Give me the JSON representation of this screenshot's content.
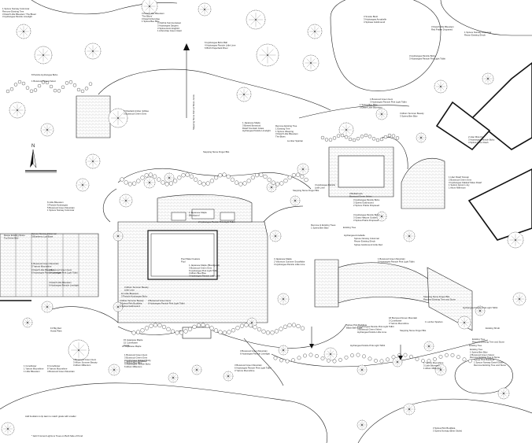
{
  "compass": {
    "north_label": "N"
  },
  "walkway_label": "Stepping Stone Path w/ Moss Joints",
  "lower_notes": [
    "Add boulders to lip lawn to match grade with smaller",
    "* Add 3' Accent Lights to Trees on Both Side of Pond"
  ],
  "labels": [
    {
      "id": "tl1",
      "lines": [
        "1 Spruce Norway Columnar",
        "Remove Existing Tree",
        "3 Dwarf Little Bluestem 'The Blues'",
        "3 Hydrangea Panicle Limelight"
      ]
    },
    {
      "id": "tc1",
      "lines": [
        "3 Dwarf Little Bluestem",
        "'The Blues'",
        "3 Dwarf Arborvitae",
        "1 Spirea Bee Blue"
      ]
    },
    {
      "id": "tc2",
      "lines": [
        "6 Hydrangea Bobo Ball",
        "4 Hydrangea Panicle Little Lime",
        "6 Birch Paperbark River"
      ]
    },
    {
      "id": "tc3",
      "lines": [
        "3 Clethra Summersweet",
        "3 Hydrangea Sargent",
        "3 Spirea Hummingbird",
        "1 Arborvitae Green Giant"
      ]
    },
    {
      "id": "tr1",
      "lines": [
        "3 Smoke Bush",
        "3 Hydrangea Annabelle",
        "4 Spiraea Goldmound"
      ]
    },
    {
      "id": "tr2",
      "lines": [
        "3 Dwarf Little Bluestem",
        "Red Prairie Dropseed"
      ]
    },
    {
      "id": "tr3",
      "lines": [
        "1 Spruce Norway Columnar",
        "Reuse Existing Shrub"
      ]
    },
    {
      "id": "l1",
      "lines": [
        "8 Panicle Hydrangea Bobo"
      ]
    },
    {
      "id": "l2",
      "lines": [
        "1 Boxwood Green Velvet"
      ]
    },
    {
      "id": "l3",
      "lines": [
        "5 Ninebark Amber Jubilee",
        "3 Boxwood Green Gem"
      ]
    },
    {
      "id": "lm1",
      "lines": [
        "6 Little Bluestem",
        "3 Panicle Hydrangea",
        "5 Boxwood Green Mountain",
        "1 Spruce Norway Columnar"
      ]
    },
    {
      "id": "lm2",
      "lines": [
        "Spruce Norway Columnar",
        "3 Blueberry Low Bush"
      ]
    },
    {
      "id": "lm3",
      "lines": [
        "Reuse Existing Stone",
        "Top Dress Bed"
      ]
    },
    {
      "id": "l4",
      "lines": [
        "1 Boxwood Green Mountain",
        "3 Yarrow Moonshine"
      ]
    },
    {
      "id": "l5",
      "lines": [
        "3 Dwarf Little Bluestem",
        "6 Hydrangea Panicle Limelight"
      ]
    },
    {
      "id": "c1",
      "lines": [
        "1 Lilac Dwarf Korean",
        "2 Boxwood Green Gem",
        "3 Hydrangea Oakleaf Sikes Dwarf",
        "1 Sedum Autumn Joy",
        "1 Alium Millenium"
      ]
    },
    {
      "id": "c2",
      "lines": [
        "3 Hydrangea Panicle Bobo",
        "3 Hydrangea Panicle Fire Light Tidbit"
      ]
    },
    {
      "id": "c3",
      "lines": [
        "Stepping Stone Finger Bits"
      ]
    },
    {
      "id": "c4",
      "lines": [
        "1 Japanese Maple",
        "3 Bowed Boxwood",
        "Dwarf Fountain Grass",
        "Hydrangea Panicle Limelight"
      ]
    },
    {
      "id": "c5",
      "lines": [
        "1 Boxwood Green Gem",
        "3 Hydrangea Panicle Pink Light Tidbit"
      ]
    },
    {
      "id": "c6",
      "lines": [
        "Stepping Stone Finger Bits"
      ]
    },
    {
      "id": "c7",
      "lines": [
        "Remove Existing Tree",
        "1 Existing Tree",
        "1 Spruce Weeping",
        "3 Dwarf Little Bluestem",
        "The Blues"
      ]
    },
    {
      "id": "c8",
      "lines": [
        "Lumber Spartan"
      ]
    },
    {
      "id": "c9",
      "lines": [
        "1 Spirea Bee Blue",
        "3 Dwarf Little Bluestem"
      ]
    },
    {
      "id": "c10",
      "lines": [
        "2 Lilac Miss Kim",
        "3 Hydrangea Panicle Bobo",
        "4 Spirea Neon Flash"
      ]
    },
    {
      "id": "c11",
      "lines": [
        "3 Allium Summer Beauty",
        "3 Spirea Bee Blue"
      ]
    },
    {
      "id": "p1",
      "lines": [
        "1 Japanese Maple",
        "Bloodgood"
      ]
    },
    {
      "id": "p2",
      "lines": [
        "Pool Water Feature",
        "Pool"
      ]
    },
    {
      "id": "p3",
      "lines": [
        "2 Hydrangea Panicle Pink Light Tidbit"
      ]
    },
    {
      "id": "p4",
      "lines": [
        "1 Japanese Maple (Bloodgood)",
        "3 Boxwood Green Gem",
        "6 Hydrangea Pink Light Tidbit",
        "3 Allium Bee Blue",
        "3 Hydrangea Panicle Little Lime"
      ]
    },
    {
      "id": "p5",
      "lines": [
        "3 Boxwood Green Gem",
        "6 Hydrangea Panicle Pink Light Tidbit"
      ]
    },
    {
      "id": "p6",
      "lines": [
        "3 Dwarf Little Bluestem",
        "6 Hydrangea Panicle Limelight"
      ]
    },
    {
      "id": "p7",
      "lines": [
        "1 Boxwood Green Gem",
        "3 Hydrangea Pink Light Tidbit"
      ]
    },
    {
      "id": "p8",
      "lines": [
        "3 Japanese Maple",
        "2 Viburnum Summer Snowflake",
        "3 Hydrangea Panicle Little Lime"
      ]
    },
    {
      "id": "r1",
      "lines": [
        "3 Hydrangea Panicle",
        "Little Lime"
      ]
    },
    {
      "id": "r2",
      "lines": [
        "3 Bottlebrush",
        "Boxwood Green Velvet"
      ]
    },
    {
      "id": "r3",
      "lines": [
        "3 Hydrangea Panicle Bobo",
        "3 Spirea Goldmound",
        "2 Spruce Prairie Dropseed"
      ]
    },
    {
      "id": "r4",
      "lines": [
        "3 Hydrangea Panicle Bobo",
        "3 Grass Hakone Golden",
        "3 Spirea Prairie Dropseed"
      ]
    },
    {
      "id": "r5",
      "lines": [
        "Remove & Existing Trees",
        "1 Spirea Bee Blue"
      ]
    },
    {
      "id": "r6",
      "lines": [
        "Existing Tree"
      ]
    },
    {
      "id": "r7",
      "lines": [
        "Hydrangea Annabelle"
      ]
    },
    {
      "id": "r8",
      "lines": [
        "Spruce Norway Columnar",
        "Reuse Existing Shrub"
      ]
    },
    {
      "id": "r9",
      "lines": [
        "Spirea Goldmound Little Red"
      ]
    },
    {
      "id": "r10",
      "lines": [
        "1 Boxwood Green Mountain",
        "5 Hydrangea Panicle Pink Light Tidbit"
      ]
    },
    {
      "id": "r11",
      "lines": [
        "Stepping Stone Finger Bits",
        "Remove Existing Tree and Stone"
      ]
    },
    {
      "id": "r12",
      "lines": [
        "Existing Tree",
        "1 Spirea Bee Blue",
        "2 Boxwood Green Velvet",
        "Remove Existing Tree & Stone"
      ]
    },
    {
      "id": "r13",
      "lines": [
        "1 Lumber Spartan"
      ]
    },
    {
      "id": "r14",
      "lines": [
        "Existing Tree"
      ]
    },
    {
      "id": "b1",
      "lines": [
        "3 Allium Summer Beauty",
        "Little Lime"
      ]
    },
    {
      "id": "b2",
      "lines": [
        "10 Little Bluestem",
        "3 Panicle Hydrangea Bobo"
      ]
    },
    {
      "id": "b3",
      "lines": [
        "4 Allium Summer Beauty",
        "3 Spirea Pink Buddleia",
        "4 Spirea Goldmound"
      ]
    },
    {
      "id": "b4",
      "lines": [
        "13 Big Red",
        "Hosta Plant"
      ]
    },
    {
      "id": "b5",
      "lines": [
        "4 Boxwood Green Gem",
        "3 Allium Summer Beauty",
        "3 Allium Millenium"
      ]
    },
    {
      "id": "b6",
      "lines": [
        "1 Coneflower",
        "1 Yarrow Moonshine",
        "1 Little Bluestem"
      ]
    },
    {
      "id": "b7",
      "lines": [
        "9 Coneflower",
        "8 Yarrow Moonshine",
        "4 Boxwood Green Mountain"
      ]
    },
    {
      "id": "b8",
      "lines": [
        "1 Boxwood Green Gem",
        "3 Boxwood Green Gem",
        "3 Hydrangea Oakleaf Ruby",
        "3 Spirea Bee Blue"
      ]
    },
    {
      "id": "b9",
      "lines": [
        "7 Spirea Pink Buddleia",
        "3 Hydrangea Panicle Bobo",
        "6 Allium Millenium"
      ]
    },
    {
      "id": "b10",
      "lines": [
        "15 Japanese Maple",
        "15 Coneflower",
        "Hosta"
      ]
    },
    {
      "id": "b11",
      "lines": [
        "21 Japanese Maple"
      ]
    },
    {
      "id": "b12",
      "lines": [
        "3 Boxwood Green Mountain",
        "6 Hydrangea Panicle Pink Light Tidbit",
        "3 Yarrow Moonshine"
      ]
    },
    {
      "id": "b13",
      "lines": [
        "3 Boxwood Green Mountain",
        "6 Hydrangea Panicle Limelight"
      ]
    },
    {
      "id": "b14",
      "lines": [
        "3 Hydrangea Panicle Pink Light Tidbit",
        "3 Boxwood Green Velvet",
        "Hydrangea Panicle Little Lime"
      ]
    },
    {
      "id": "b15",
      "lines": [
        "18 Boxwood Green Mountain",
        "3 Coneflower",
        "3 Yarrow Moonshine"
      ]
    },
    {
      "id": "b16",
      "lines": [
        "Spirea Pink Buddleia",
        "Black Ball Hosta"
      ]
    },
    {
      "id": "b17",
      "lines": [
        "Stepping Stone Finger Bits"
      ]
    },
    {
      "id": "b18",
      "lines": [
        "Spirea Pink Buddleia",
        "1 Spruce Norway Dwarf Globe",
        "Remove Existing Tree and Stone"
      ]
    },
    {
      "id": "b19",
      "lines": [
        "Hydrangea Panicle Pink Light Tidbit"
      ]
    },
    {
      "id": "b20",
      "lines": [
        "Hydrangea Panicle Pink Light Tidbit"
      ]
    },
    {
      "id": "b21",
      "lines": [
        "3 Spirea Pink Buddleia",
        "3 Spirea Norway (Best Globe)"
      ]
    },
    {
      "id": "b22",
      "lines": [
        "Existing Shrub"
      ]
    },
    {
      "id": "b23",
      "lines": [
        "1 Yarrow Moonshine",
        "3 Little Bluestem",
        "1 Allium Millenium"
      ]
    },
    {
      "id": "b24",
      "lines": [
        "Existing Tree",
        "Remove Existing Tree and Stone"
      ]
    }
  ]
}
